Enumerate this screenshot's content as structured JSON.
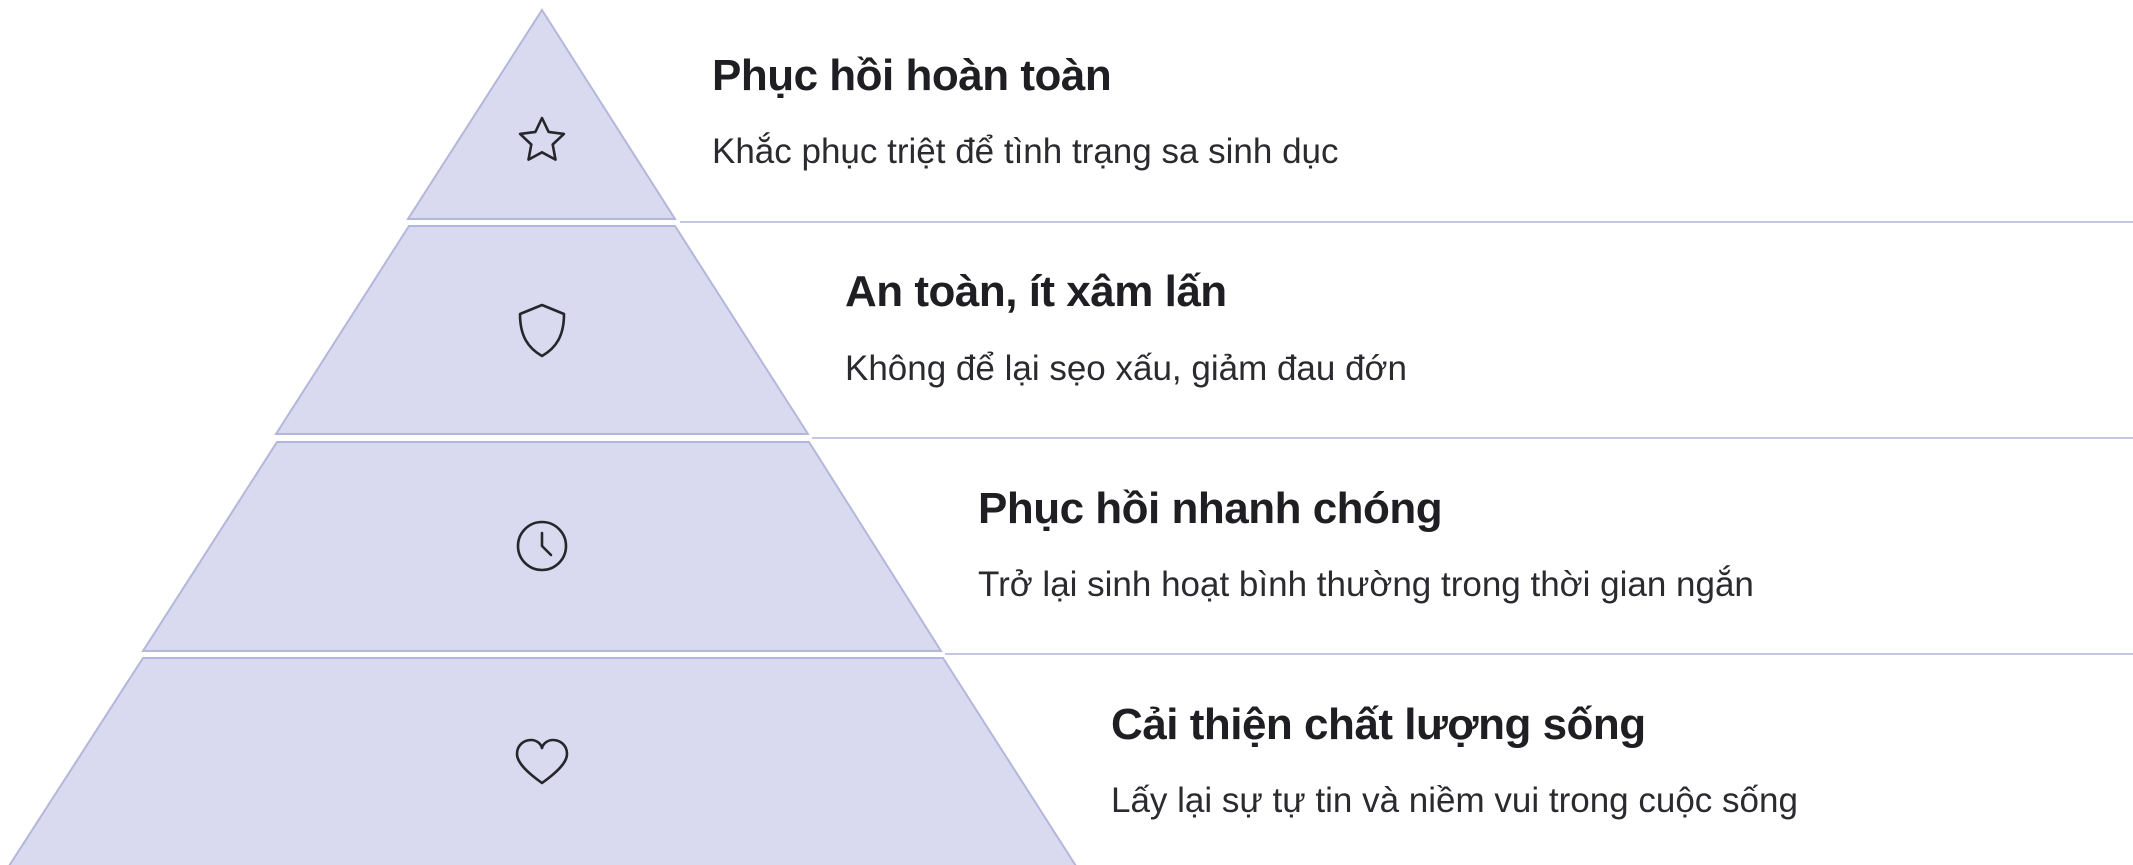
{
  "colors": {
    "tier_fill": "#d9daf0",
    "tier_stroke": "#b4b6db",
    "divider": "#c4c6e2",
    "text": "#1f1f23"
  },
  "tiers": [
    {
      "icon": "star-icon",
      "title": "Phục hồi hoàn toàn",
      "description": "Khắc phục triệt để tình trạng sa sinh dục"
    },
    {
      "icon": "shield-icon",
      "title": "An toàn, ít xâm lấn",
      "description": "Không để lại sẹo xấu, giảm đau đớn"
    },
    {
      "icon": "clock-icon",
      "title": "Phục hồi nhanh chóng",
      "description": "Trở lại sinh hoạt bình thường trong thời gian ngắn"
    },
    {
      "icon": "heart-icon",
      "title": "Cải thiện chất lượng sống",
      "description": "Lấy lại sự tự tin và niềm vui trong cuộc sống"
    }
  ]
}
